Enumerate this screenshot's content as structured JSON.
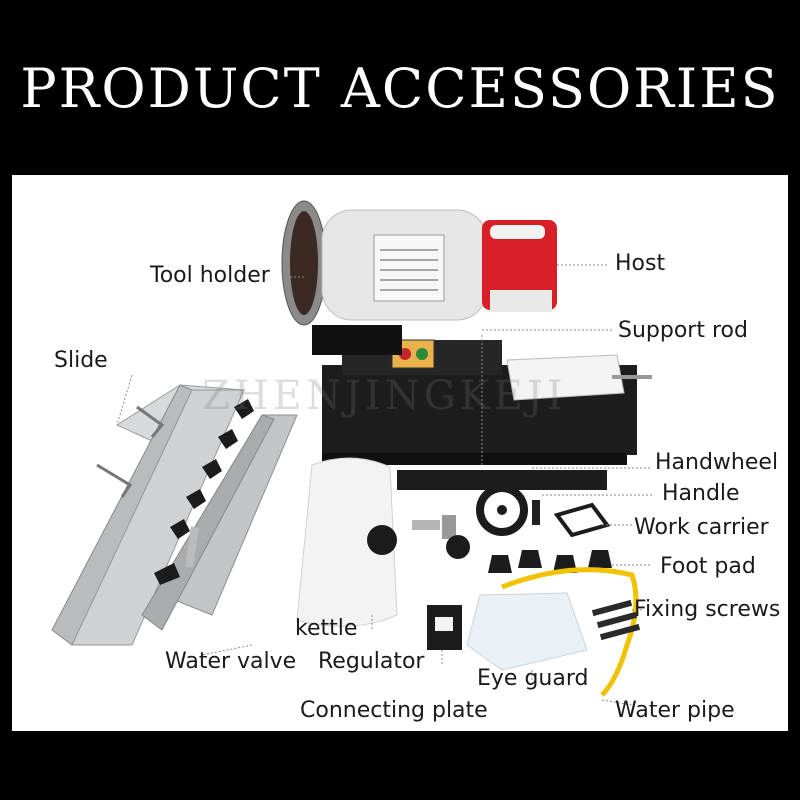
{
  "title": "PRODUCT ACCESSORIES",
  "watermark": "ZHENJINGKEJI",
  "labels": {
    "host": "Host",
    "tool_holder": "Tool holder",
    "support_rod": "Support rod",
    "slide": "Slide",
    "handwheel": "Handwheel",
    "handle": "Handle",
    "work_carrier": "Work carrier",
    "foot_pad": "Foot pad",
    "fixing_screws": "Fixing screws",
    "kettle": "kettle",
    "water_valve": "Water valve",
    "regulator": "Regulator",
    "eye_guard": "Eye guard",
    "connecting_plate": "Connecting plate",
    "water_pipe": "Water pipe"
  },
  "colors": {
    "background": "#000000",
    "panel": "#ffffff",
    "motor_body": "#e6e6e6",
    "red_cap": "#d81f26",
    "base": "#1a1a1a",
    "rail": "#c4c6c8",
    "pipe": "#f2c200"
  }
}
